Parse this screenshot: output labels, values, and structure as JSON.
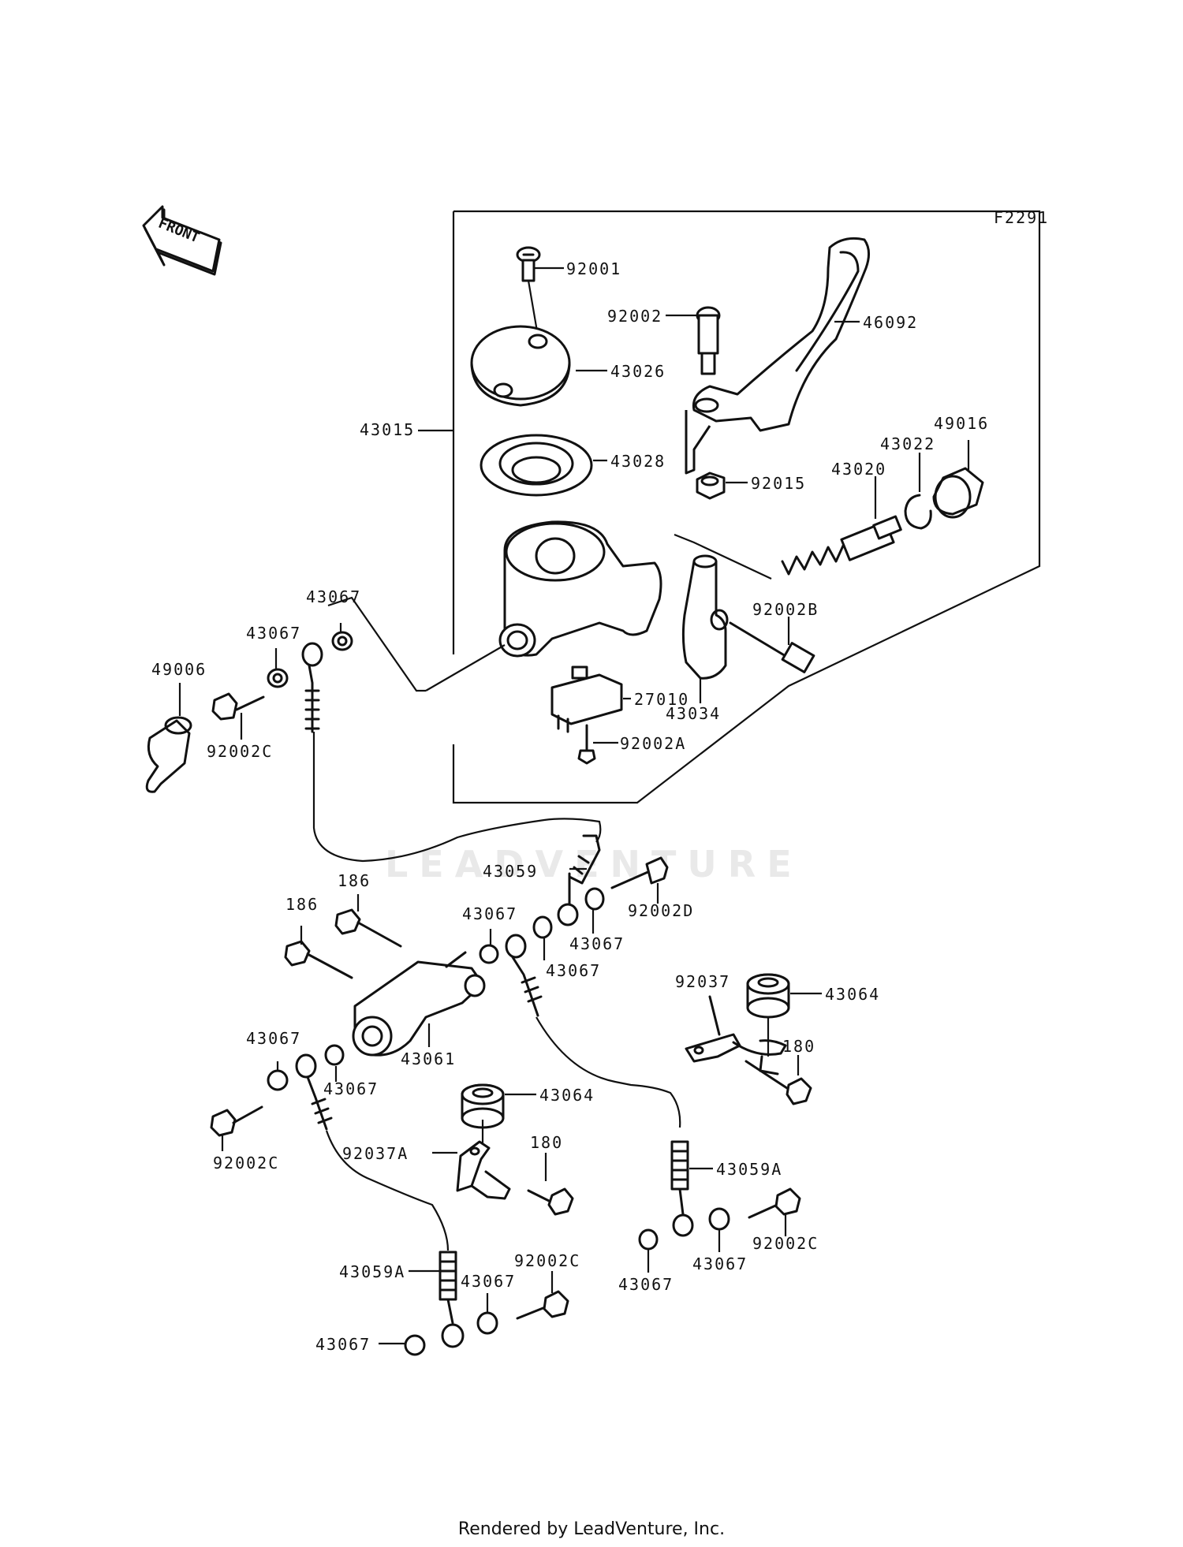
{
  "diagram_code": "F2291",
  "front_arrow_label": "FRONT",
  "watermark": "LEADVENTURE",
  "footer": "Rendered by LeadVenture, Inc.",
  "callouts": [
    "92001",
    "92002",
    "46092",
    "43026",
    "43015",
    "43028",
    "92015",
    "43020",
    "43022",
    "49016",
    "43067",
    "43067",
    "49006",
    "92002C",
    "92002B",
    "27010",
    "43034",
    "92002A",
    "43059",
    "92002D",
    "186",
    "186",
    "43067",
    "43067",
    "43067",
    "43061",
    "43067",
    "43067",
    "92002C",
    "43064",
    "92037",
    "43064",
    "180",
    "92037A",
    "180",
    "43059A",
    "92002C",
    "43067",
    "43067",
    "43059A",
    "92002C",
    "43067",
    "43067"
  ]
}
